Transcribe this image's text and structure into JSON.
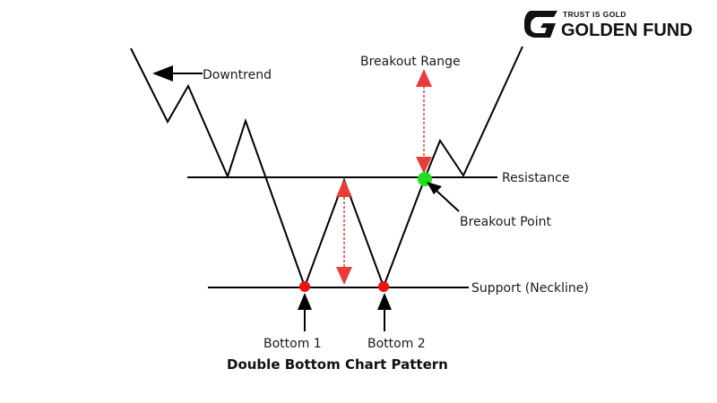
{
  "brand": {
    "tagline": "TRUST IS GOLD",
    "name": "GOLDEN FUND",
    "icon": "golden-fund-logo-icon"
  },
  "diagram": {
    "title": "Double Bottom Chart Pattern",
    "labels": {
      "downtrend": "Downtrend",
      "breakout_range": "Breakout Range",
      "resistance": "Resistance",
      "breakout_point": "Breakout Point",
      "support": "Support (Neckline)",
      "bottom1": "Bottom 1",
      "bottom2": "Bottom 2"
    },
    "colors": {
      "line": "#000000",
      "marker_red": "#ee1111",
      "marker_green": "#22dd22",
      "range_arrow": "#e83c3c"
    }
  }
}
